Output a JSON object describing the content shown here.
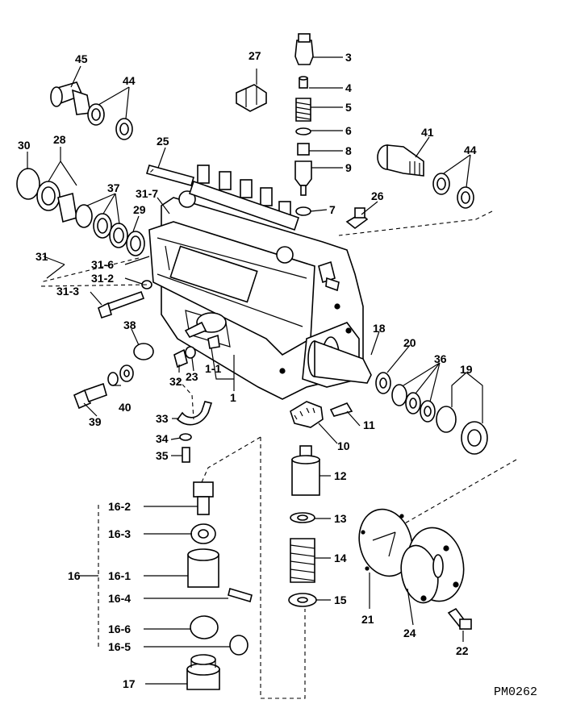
{
  "drawing_code": "PM0262",
  "labels": {
    "l3": "3",
    "l4": "4",
    "l5": "5",
    "l6": "6",
    "l8": "8",
    "l9": "9",
    "l7": "7",
    "l27": "27",
    "l45": "45",
    "l44a": "44",
    "l44b": "44",
    "l41": "41",
    "l30": "30",
    "l28": "28",
    "l25": "25",
    "l37": "37",
    "l31_7": "31-7",
    "l29": "29",
    "l26": "26",
    "l31": "31",
    "l31_6": "31-6",
    "l31_2": "31-2",
    "l31_3": "31-3",
    "l38": "38",
    "l18": "18",
    "l20": "20",
    "l36": "36",
    "l19": "19",
    "l32": "32",
    "l23": "23",
    "l1_1": "1-1",
    "l1": "1",
    "l39": "39",
    "l40": "40",
    "l33": "33",
    "l11": "11",
    "l10": "10",
    "l34": "34",
    "l35": "35",
    "l12": "12",
    "l16_2": "16-2",
    "l13": "13",
    "l16_3": "16-3",
    "l14": "14",
    "l16": "16",
    "l16_1": "16-1",
    "l15": "15",
    "l16_4": "16-4",
    "l21": "21",
    "l24": "24",
    "l16_6": "16-6",
    "l22": "22",
    "l16_5": "16-5",
    "l17": "17"
  }
}
